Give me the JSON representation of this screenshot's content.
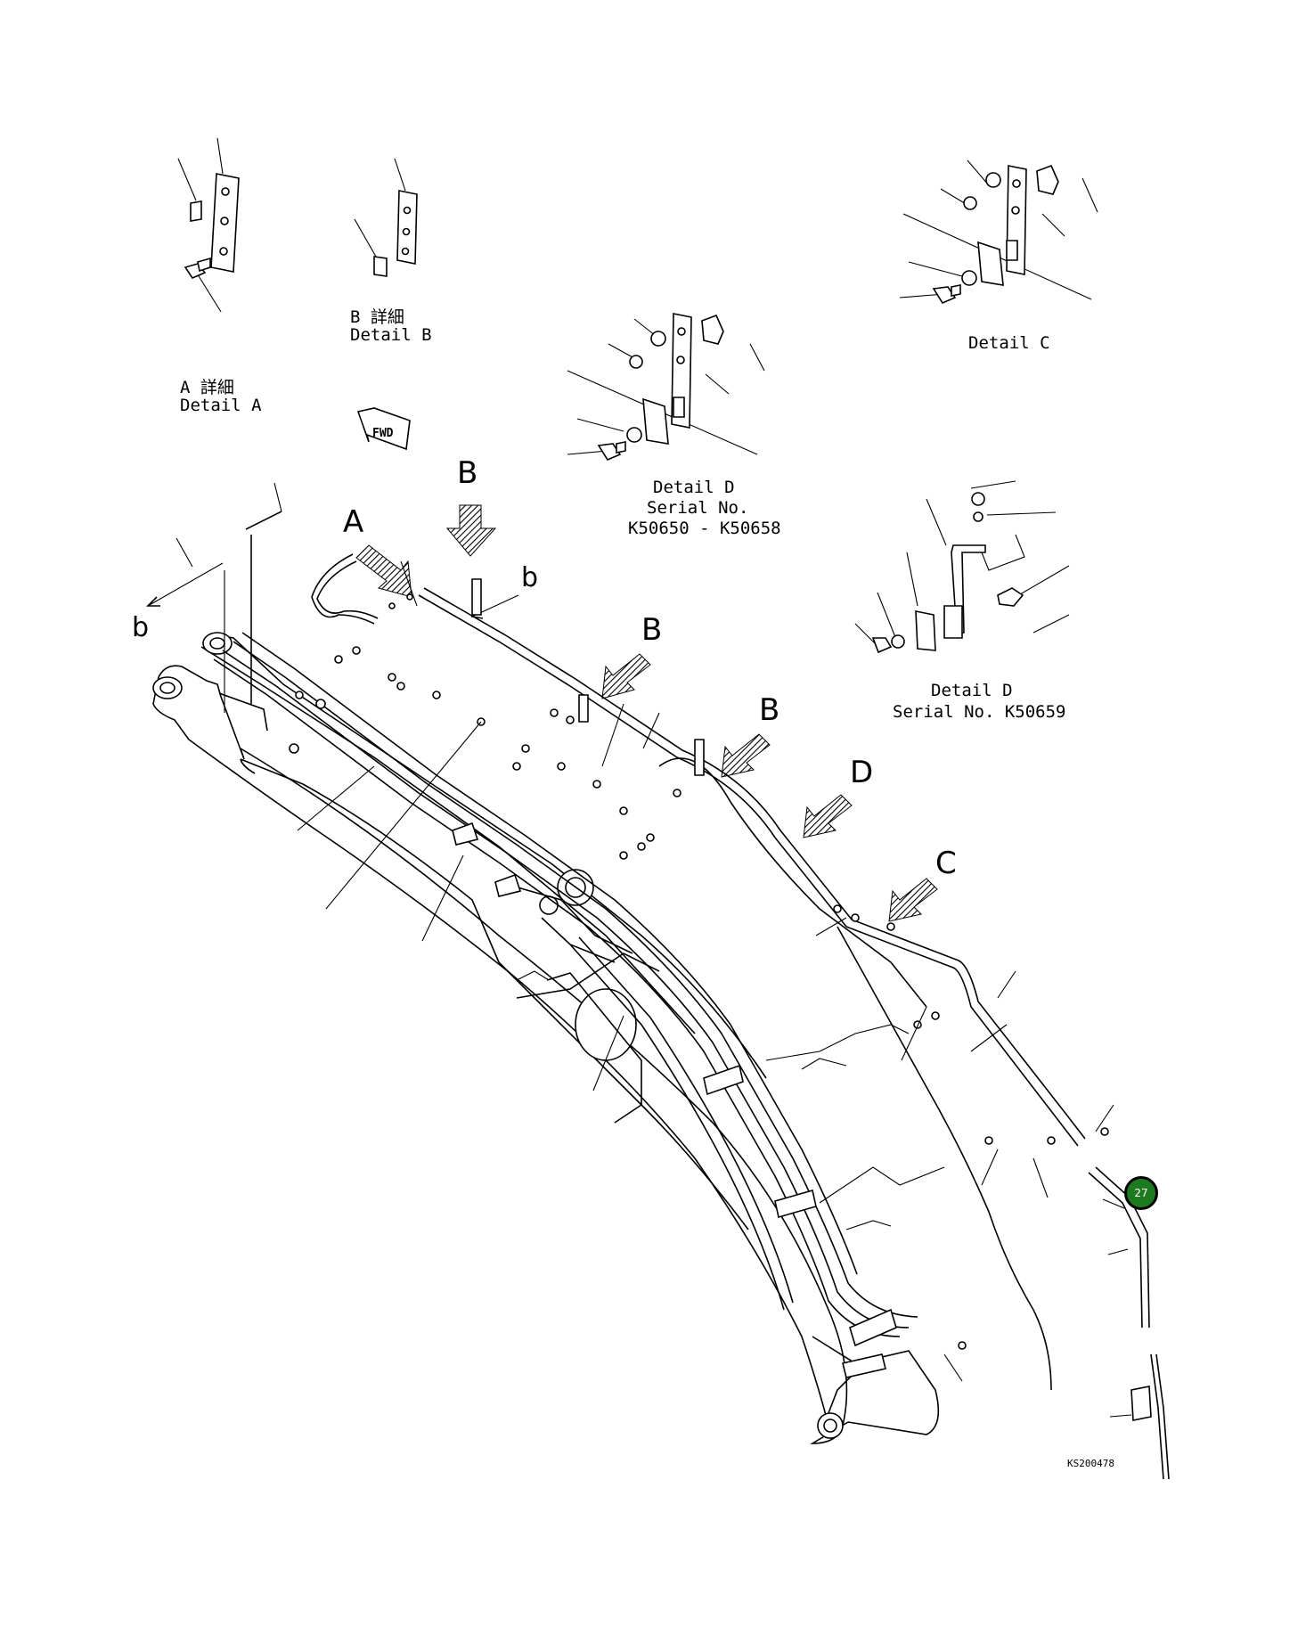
{
  "labels": {
    "detail_a_jp": "A 詳細",
    "detail_a": "Detail A",
    "detail_b_jp": "B 詳細",
    "detail_b": "Detail B",
    "detail_c": "Detail C",
    "detail_d1_title": "Detail D",
    "detail_d1_serial_1": "Serial No.",
    "detail_d1_serial_2": "K50650 - K50658",
    "detail_d2_title": "Detail D",
    "detail_d2_serial": "Serial No. K50659",
    "fwd": "FWD",
    "ref_code": "KS200478"
  },
  "view_markers": {
    "A": "A",
    "B_top": "B",
    "b_upper": "b",
    "b_left": "b",
    "B_mid": "B",
    "B_low": "B",
    "D": "D",
    "C": "C"
  },
  "callout": {
    "number": "27",
    "color": "#1e7a1e"
  }
}
